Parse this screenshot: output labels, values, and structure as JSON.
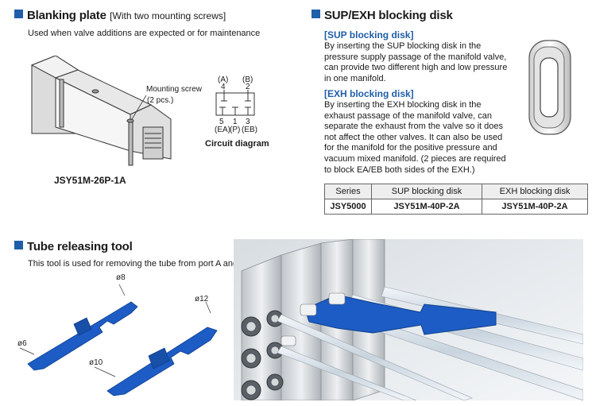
{
  "blanking": {
    "title": "Blanking plate",
    "subtitle": "[With two mounting screws]",
    "description": "Used when valve additions are expected or for maintenance",
    "mounting_label_1": "Mounting screw",
    "mounting_label_2": "(2 pcs.)",
    "part_no": "JSY51M-26P-1A",
    "circuit": {
      "port_a": "(A)",
      "port_a_num": "4",
      "port_b": "(B)",
      "port_b_num": "2",
      "bottom_nums": [
        "5",
        "1",
        "3"
      ],
      "bottom_labels": [
        "(EA)",
        "(P)",
        "(EB)"
      ],
      "caption": "Circuit diagram"
    }
  },
  "blocking": {
    "title": "SUP/EXH blocking disk",
    "sup_heading": "[SUP blocking disk]",
    "sup_lines": [
      "By inserting the SUP blocking disk in the",
      "pressure supply passage of the manifold valve,",
      "can provide two different high and low pressure",
      "in one manifold."
    ],
    "exh_heading": "[EXH blocking disk]",
    "exh_lines": [
      "By inserting the EXH blocking disk in the",
      "exhaust passage of the manifold valve, can",
      "separate the exhaust from the valve so it does",
      "not affect the other valves. It can also be used",
      "for the manifold for the positive pressure and",
      "vacuum mixed manifold. (2 pieces are required",
      "to block EA/EB both sides of the EXH.)"
    ],
    "table": {
      "headers": [
        "Series",
        "SUP blocking disk",
        "EXH blocking disk"
      ],
      "row": [
        "JSY5000",
        "JSY51M-40P-2A",
        "JSY51M-40P-2A"
      ]
    }
  },
  "tube_tool": {
    "title": "Tube releasing tool",
    "description": "This tool is used for removing the tube from port A and B.",
    "labels": {
      "d8": "ø8",
      "d6": "ø6",
      "d12": "ø12",
      "d10": "ø10"
    }
  },
  "colors": {
    "accent": "#1f5ea8",
    "tool_blue": "#1d5cc4"
  }
}
